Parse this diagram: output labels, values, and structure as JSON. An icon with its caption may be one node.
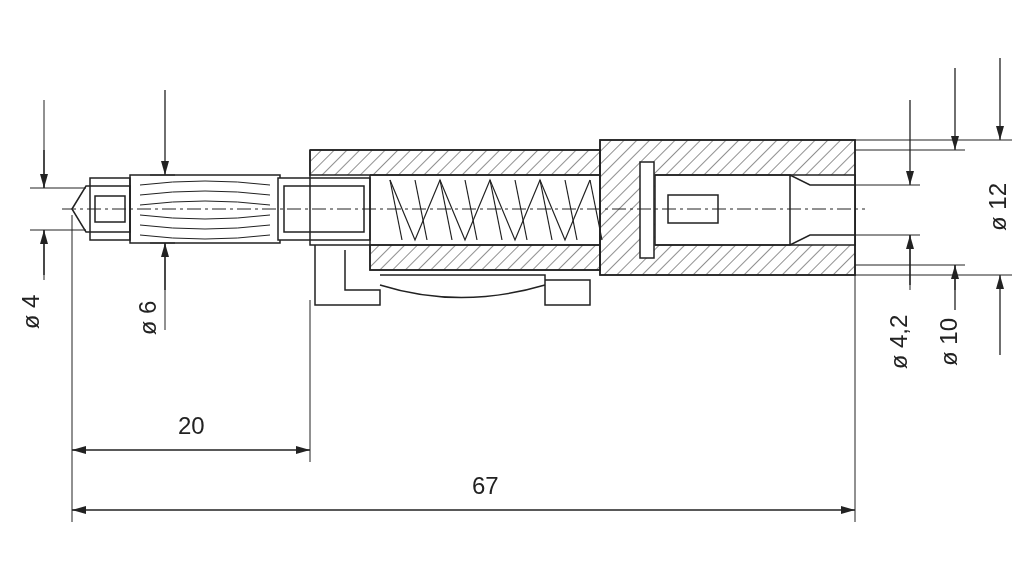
{
  "diagram": {
    "labels": [
      "ø 4",
      "ø 6",
      "ø 4,2",
      "ø 10",
      "ø 12",
      "20",
      "67"
    ]
  }
}
